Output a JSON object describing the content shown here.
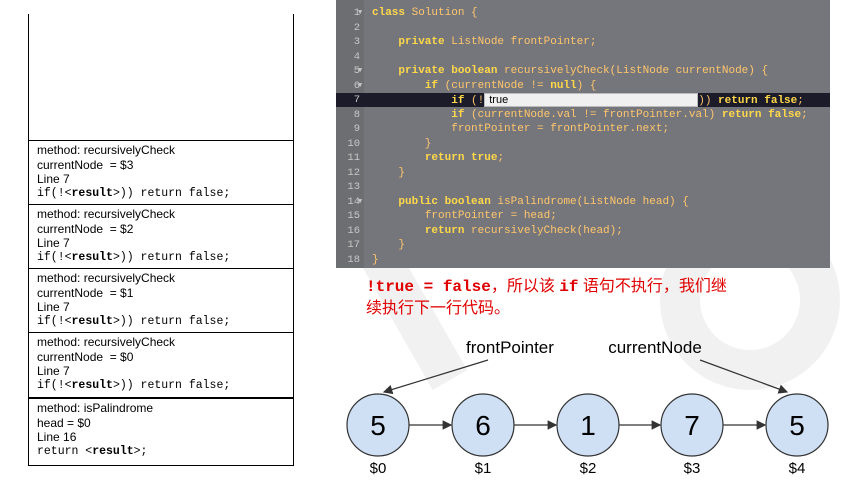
{
  "call_stack": [
    {
      "method": "method: recursivelyCheck",
      "var": "currentNode  = $3",
      "line": "Line 7",
      "stmt_pre": "if(!<",
      "stmt_bold": "result",
      "stmt_post": ">)) return false;"
    },
    {
      "method": "method: recursivelyCheck",
      "var": "currentNode  = $2",
      "line": "Line 7",
      "stmt_pre": "if(!<",
      "stmt_bold": "result",
      "stmt_post": ">)) return false;"
    },
    {
      "method": "method: recursivelyCheck",
      "var": "currentNode  = $1",
      "line": "Line 7",
      "stmt_pre": "if(!<",
      "stmt_bold": "result",
      "stmt_post": ">)) return false;"
    },
    {
      "method": "method: recursivelyCheck",
      "var": "currentNode  = $0",
      "line": "Line 7",
      "stmt_pre": "if(!<",
      "stmt_bold": "result",
      "stmt_post": ">)) return false;"
    },
    {
      "method": "method: isPalindrome",
      "var": "head = $0",
      "line": "Line 16",
      "stmt_pre": "return <",
      "stmt_bold": "result",
      "stmt_post": ">;"
    }
  ],
  "code_lines": [
    {
      "n": "1",
      "fold": "▼",
      "html": "<span class=\"kw\">class</span> Solution {"
    },
    {
      "n": "2",
      "fold": "",
      "html": ""
    },
    {
      "n": "3",
      "fold": "",
      "html": "    <span class=\"kw\">private</span> ListNode frontPointer;"
    },
    {
      "n": "4",
      "fold": "",
      "html": ""
    },
    {
      "n": "5",
      "fold": "▼",
      "html": "    <span class=\"kw\">private boolean</span> recursivelyCheck(ListNode currentNode) {"
    },
    {
      "n": "6",
      "fold": "▼",
      "html": "        <span class=\"kw\">if</span> (currentNode != <span class=\"kw\">null</span>) {"
    },
    {
      "n": "7",
      "fold": "",
      "html": "            <span class=\"kw\">if</span> (!",
      "highlight": true,
      "inline_value": "true",
      "after": ")) <span class=\"kw\">return false</span>;"
    },
    {
      "n": "8",
      "fold": "",
      "html": "            <span class=\"kw\">if</span> (currentNode.val != frontPointer.val) <span class=\"kw\">return false</span>;"
    },
    {
      "n": "9",
      "fold": "",
      "html": "            frontPointer = frontPointer.next;"
    },
    {
      "n": "10",
      "fold": "",
      "html": "        }"
    },
    {
      "n": "11",
      "fold": "",
      "html": "        <span class=\"kw\">return true</span>;"
    },
    {
      "n": "12",
      "fold": "",
      "html": "    }"
    },
    {
      "n": "13",
      "fold": "",
      "html": ""
    },
    {
      "n": "14",
      "fold": "▼",
      "html": "    <span class=\"kw\">public boolean</span> isPalindrome(ListNode head) {"
    },
    {
      "n": "15",
      "fold": "",
      "html": "        frontPointer = head;"
    },
    {
      "n": "16",
      "fold": "",
      "html": "        <span class=\"kw\">return</span> recursivelyCheck(head);"
    },
    {
      "n": "17",
      "fold": "",
      "html": "    }"
    },
    {
      "n": "18",
      "fold": "",
      "html": "}"
    }
  ],
  "explanation": {
    "code_part": "!true = false",
    "text1": "，所以该 ",
    "kw": "if",
    "text2": " 语句不执行，我们继",
    "line2": "续执行下一行代码。"
  },
  "pointers": {
    "front": "frontPointer",
    "current": "currentNode"
  },
  "nodes": [
    {
      "value": "5",
      "label": "$0"
    },
    {
      "value": "6",
      "label": "$1"
    },
    {
      "value": "1",
      "label": "$2"
    },
    {
      "value": "7",
      "label": "$3"
    },
    {
      "value": "5",
      "label": "$4"
    }
  ],
  "colors": {
    "node_fill": "#cfe0f5",
    "node_stroke": "#333333",
    "explain_red": "#e00000",
    "editor_bg": "#75767b"
  }
}
